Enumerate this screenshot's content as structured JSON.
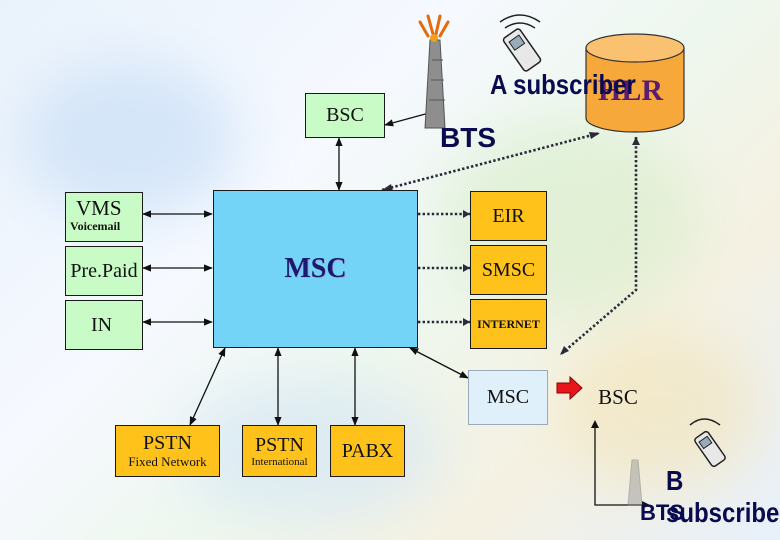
{
  "labels": {
    "bsc_top": "BSC",
    "hlr": "HLR",
    "a_subscriber": "A subscriber",
    "bts_top": "BTS",
    "vms": "VMS",
    "voicemail": "Voicemail",
    "prepaid": "Pre.Paid",
    "in": "IN",
    "msc_main": "MSC",
    "eir": "EIR",
    "smsc": "SMSC",
    "internet": "INTERNET",
    "msc_remote": "MSC",
    "bsc_remote": "BSC",
    "pstn_fixed": "PSTN",
    "fixed_network": "Fixed Network",
    "pstn_intl": "PSTN",
    "international": "International",
    "pabx": "PABX",
    "b_subscriber": "B subscriber",
    "bts_bottom": "BTS"
  },
  "colors": {
    "green": "#c8fbc5",
    "yellow": "#ffc21a",
    "cyan": "#74d4f7",
    "hlr_orange": "#f7a83a",
    "arrow_red": "#e8161b",
    "hlr_text": "#5a1e6e"
  },
  "icons": [
    "antenna-tower-icon",
    "mobile-phone-icon",
    "hlr-database-icon",
    "red-arrow-icon"
  ]
}
